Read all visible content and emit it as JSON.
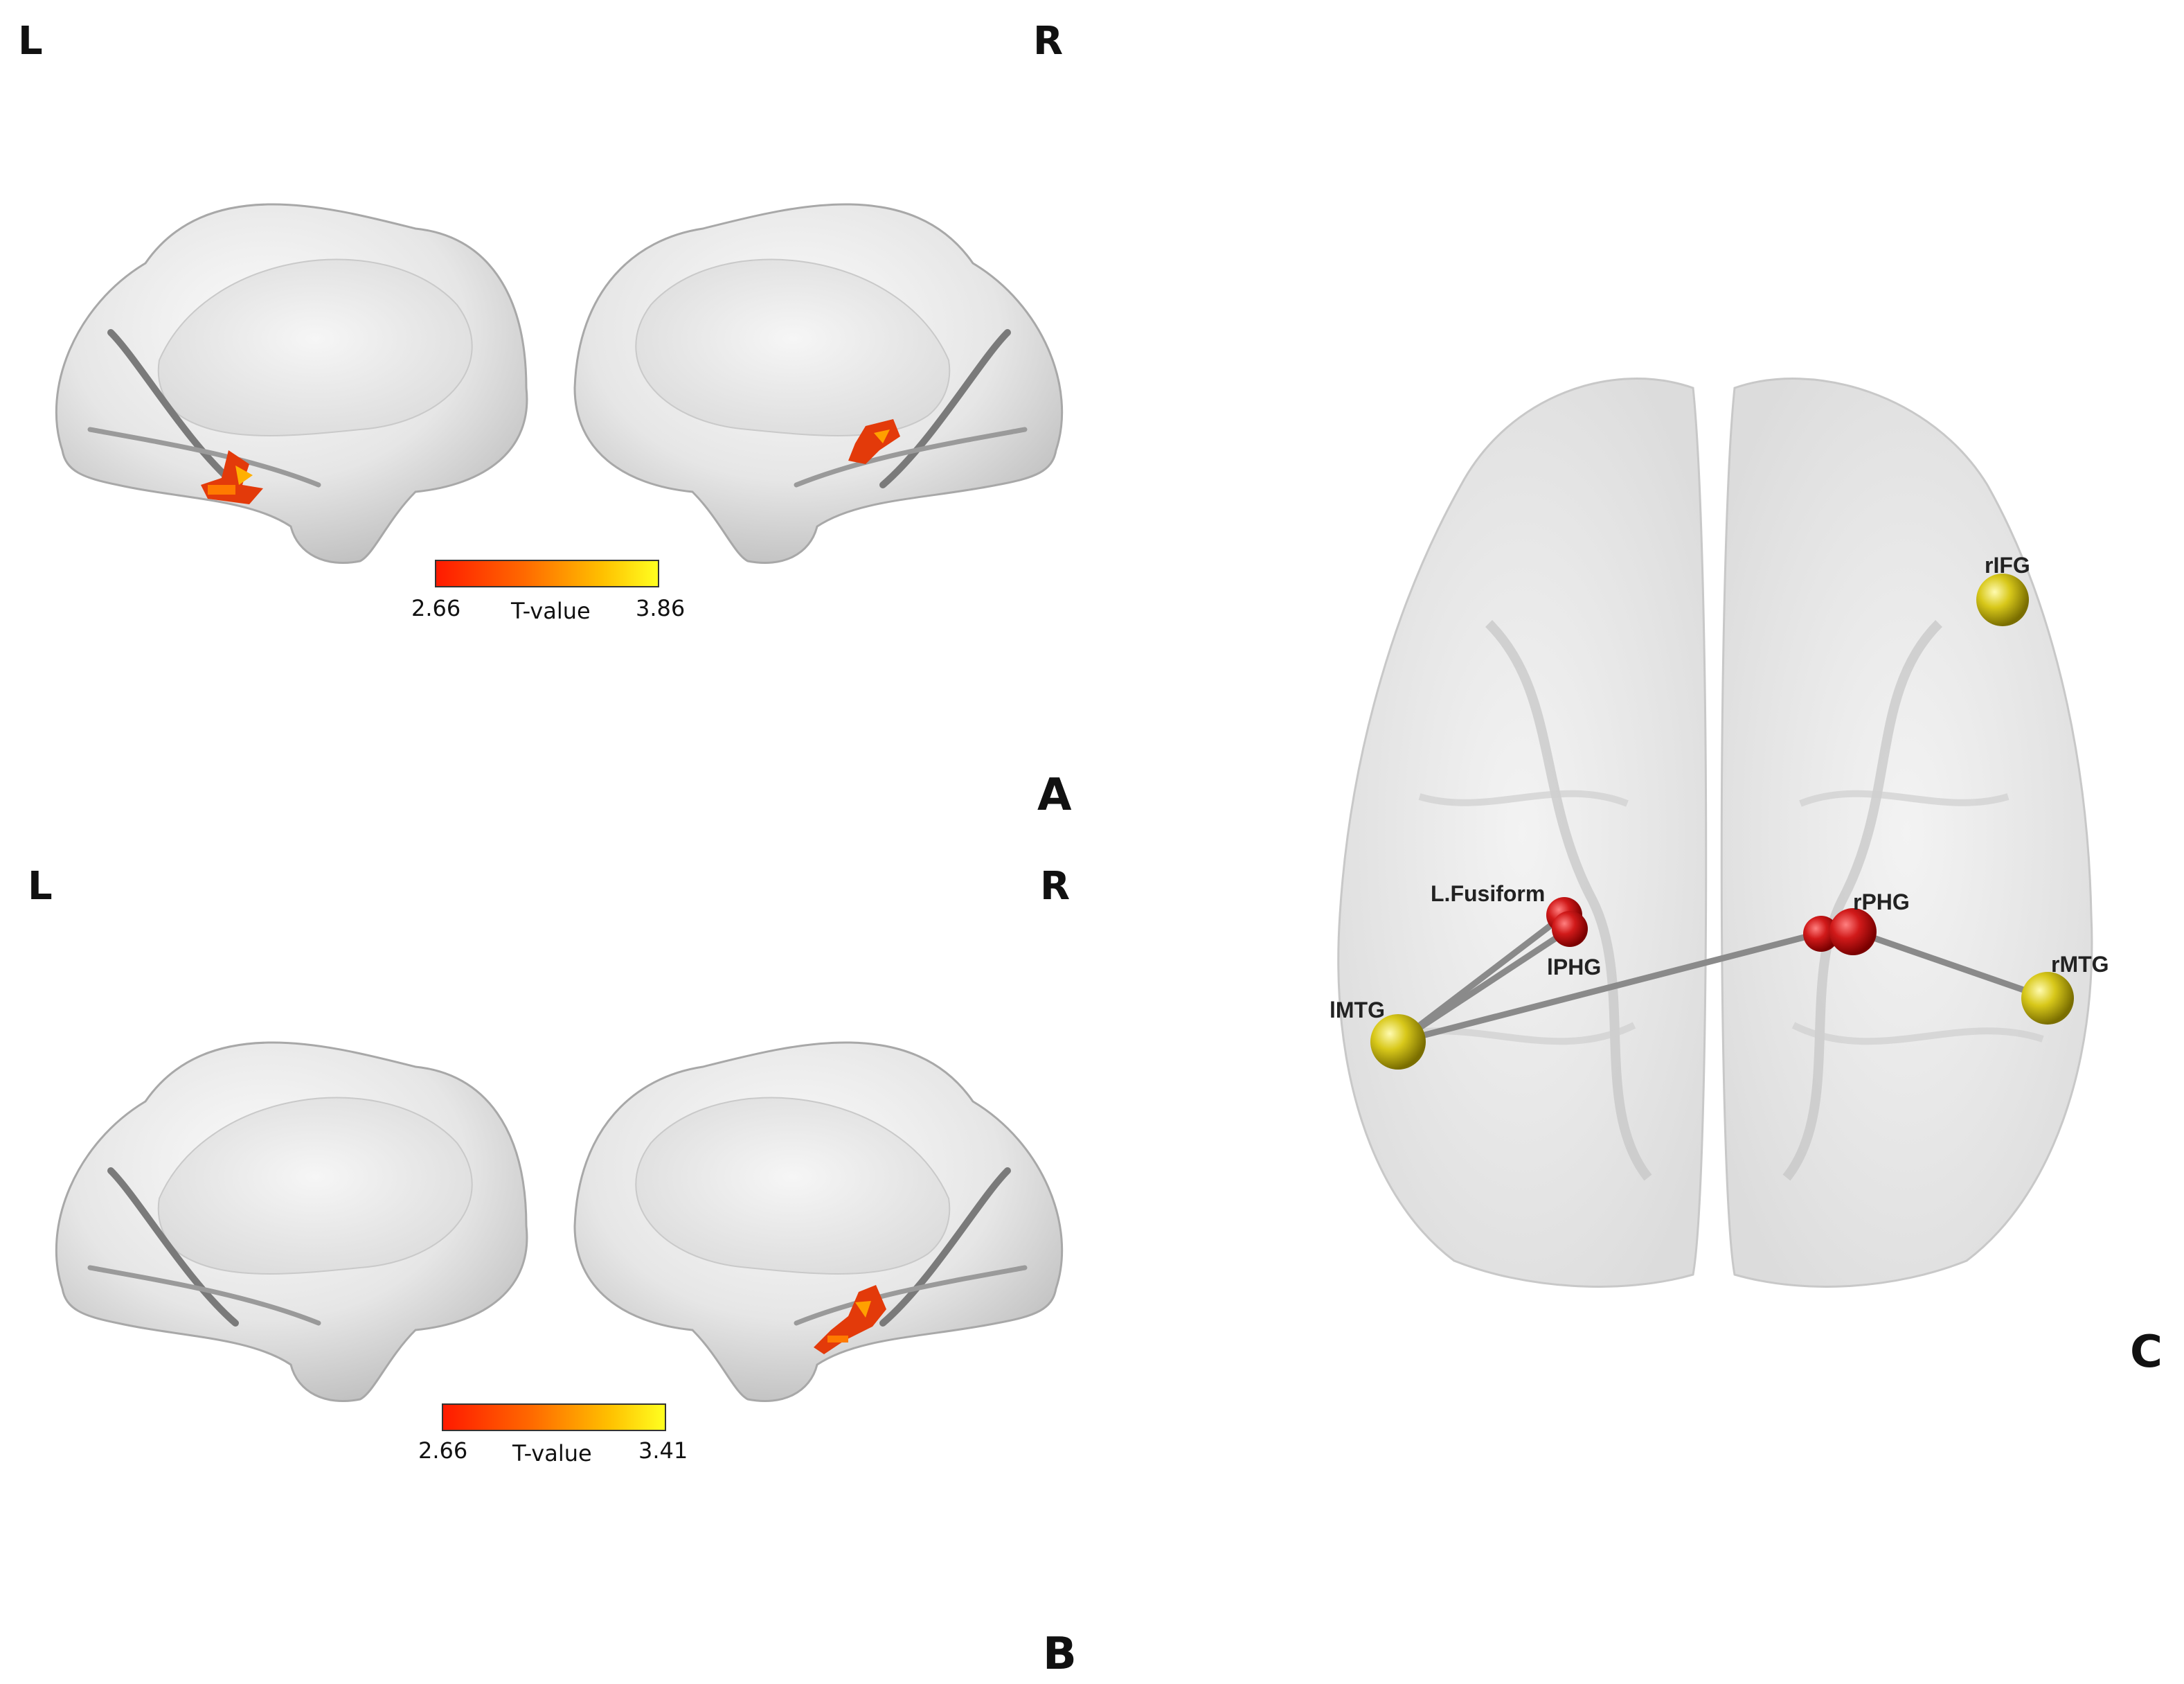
{
  "panelA": {
    "left_label": "L",
    "right_label": "R",
    "panel_label": "A",
    "colorbar": {
      "min": "2.66",
      "max": "3.86",
      "title": "T-value"
    }
  },
  "panelB": {
    "left_label": "L",
    "right_label": "R",
    "panel_label": "B",
    "colorbar": {
      "min": "2.66",
      "max": "3.41",
      "title": "T-value"
    }
  },
  "panelC": {
    "panel_label": "C",
    "nodes": {
      "rIFG": "rIFG",
      "L_Fusiform": "L.Fusiform",
      "lPHG": "lPHG",
      "rPHG": "rPHG",
      "rMTG": "rMTG",
      "lMTG": "lMTG"
    },
    "colors": {
      "seed_node": "#d11a1a",
      "target_node": "#d8c81a",
      "edge": "#8a8a8a"
    }
  }
}
